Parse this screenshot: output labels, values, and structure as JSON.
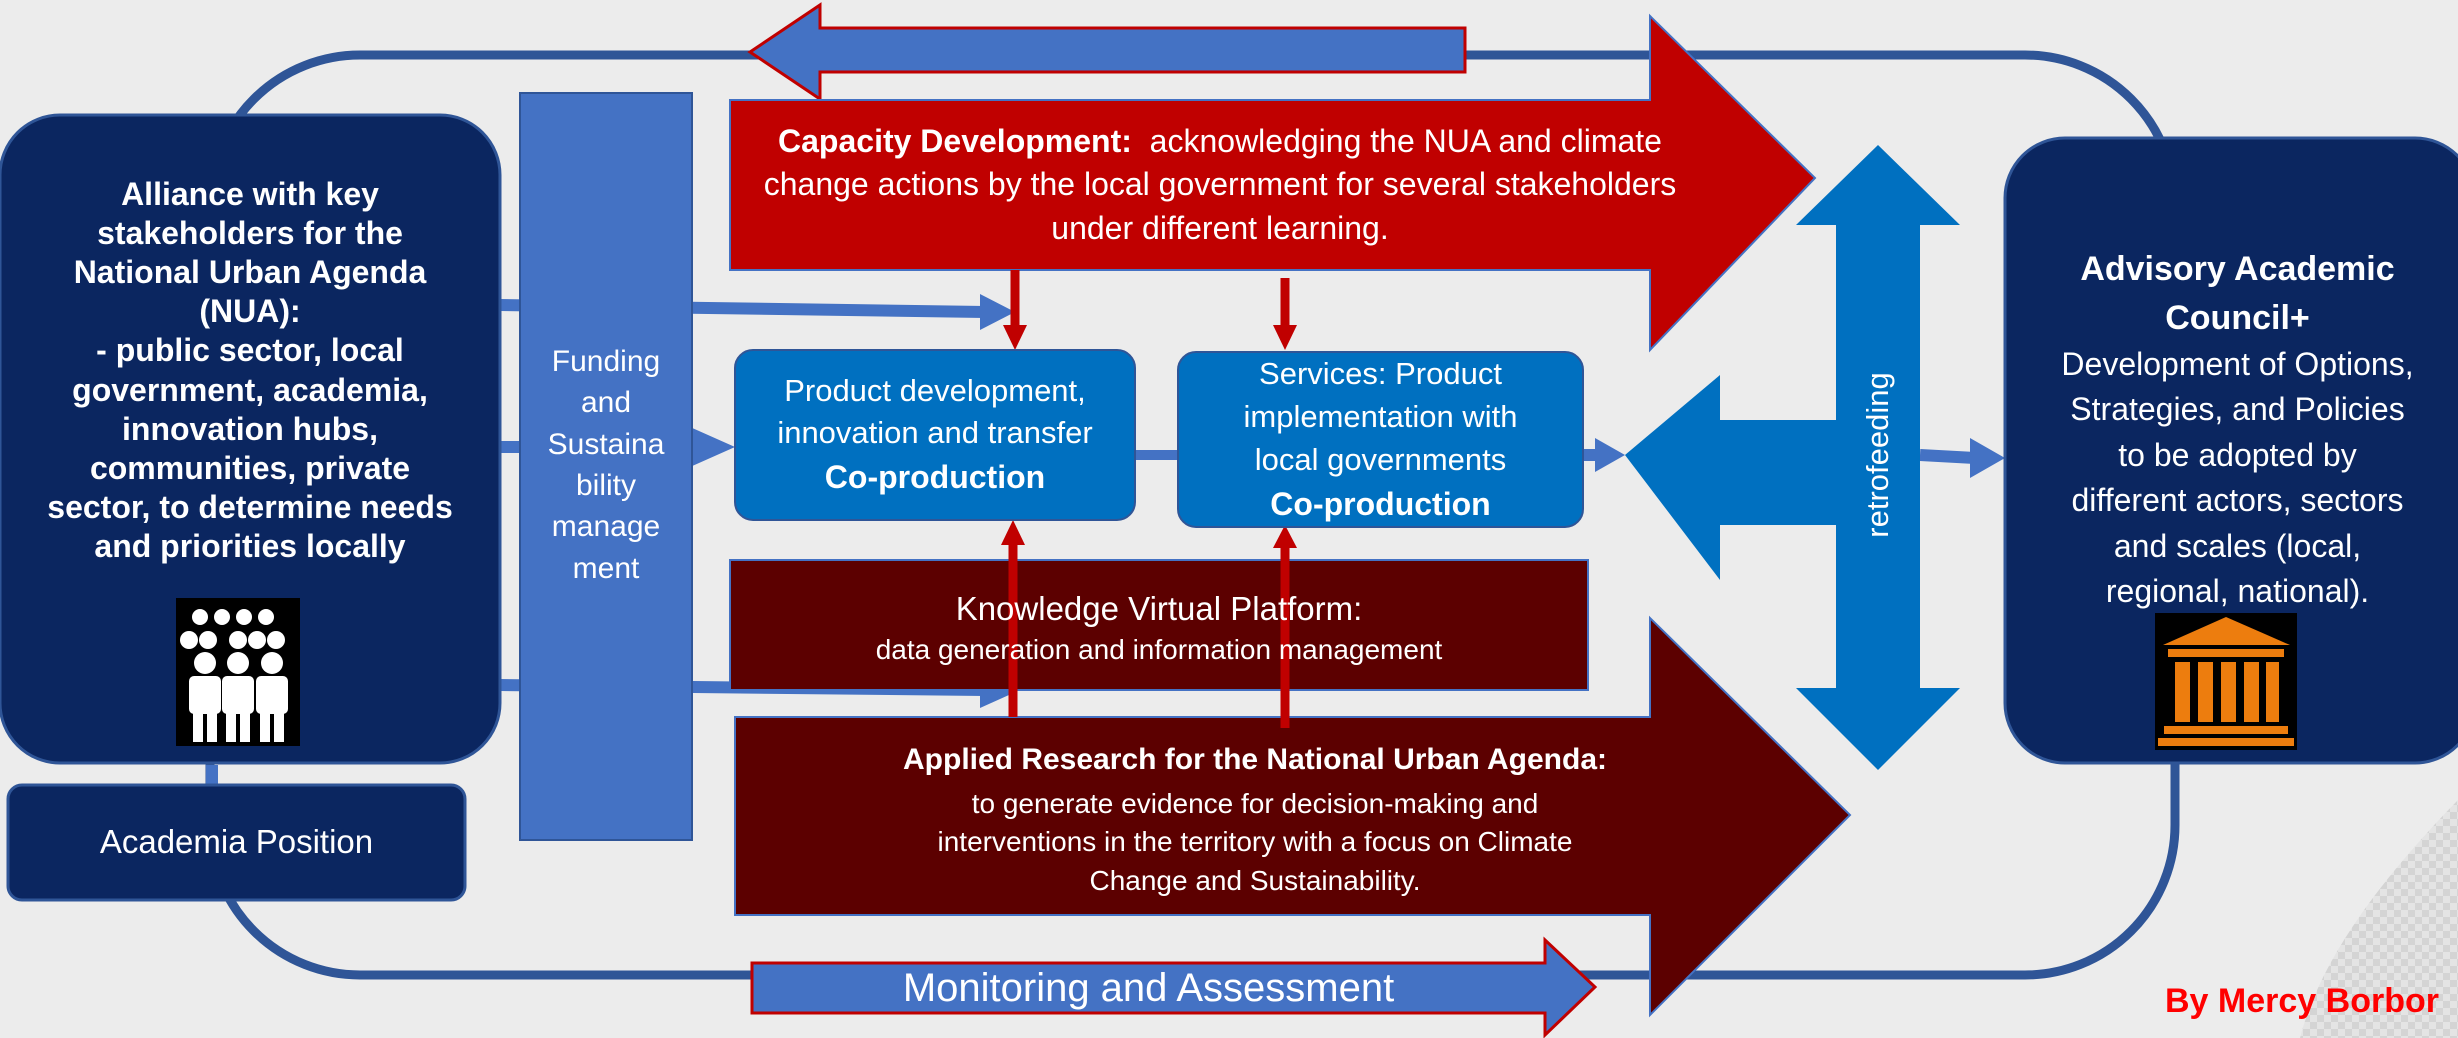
{
  "left_panel": {
    "lines": [
      "Alliance with key",
      "stakeholders for the",
      "National Urban Agenda",
      "(NUA):",
      "-  public sector, local",
      "government, academia,",
      "innovation hubs,",
      "communities, private",
      "sector, to determine needs",
      "and priorities locally"
    ],
    "icon": "people-group-icon"
  },
  "academia_position": "Academia Position",
  "funding": {
    "lines": [
      "Funding",
      "and",
      "Sustaina",
      "bility",
      "manage",
      "ment"
    ]
  },
  "capacity_development": {
    "title": "Capacity Development:",
    "line1": "acknowledging the NUA and climate",
    "line2": "change actions by the local government for several stakeholders",
    "line3": "under different learning."
  },
  "product_development": {
    "line1": "Product development,",
    "line2": "innovation and transfer",
    "emphasis": "Co-production"
  },
  "services": {
    "line1": "Services: Product",
    "line2": "implementation with",
    "line3": "local governments",
    "emphasis": "Co-production"
  },
  "knowledge_platform": {
    "title": "Knowledge Virtual Platform:",
    "subtitle": "data generation and information management"
  },
  "applied_research": {
    "title": "Applied Research for the National Urban Agenda:",
    "line1": "to generate evidence for decision-making and",
    "line2": "interventions in the territory with a focus on Climate",
    "line3": "Change and Sustainability."
  },
  "retrofeeding": "retrofeeding",
  "advisory": {
    "title1": "Advisory Academic",
    "title2": "Council+",
    "lines": [
      "Development of Options,",
      "Strategies, and Policies",
      "to be adopted by",
      "different actors, sectors",
      "and scales (local,",
      "regional, national)."
    ],
    "icon": "institution-building-icon"
  },
  "monitoring": "Monitoring and Assessment",
  "credit": "By Mercy Borbor",
  "colors": {
    "navy": "#0b2660",
    "mid_blue": "#4472c4",
    "bright_blue": "#0070c0",
    "red": "#c00000",
    "dark_red": "#5c0000",
    "outline_blue": "#2f5597",
    "orange": "#ed7d0e",
    "background": "#ececec",
    "credit_red": "#ff0000"
  }
}
